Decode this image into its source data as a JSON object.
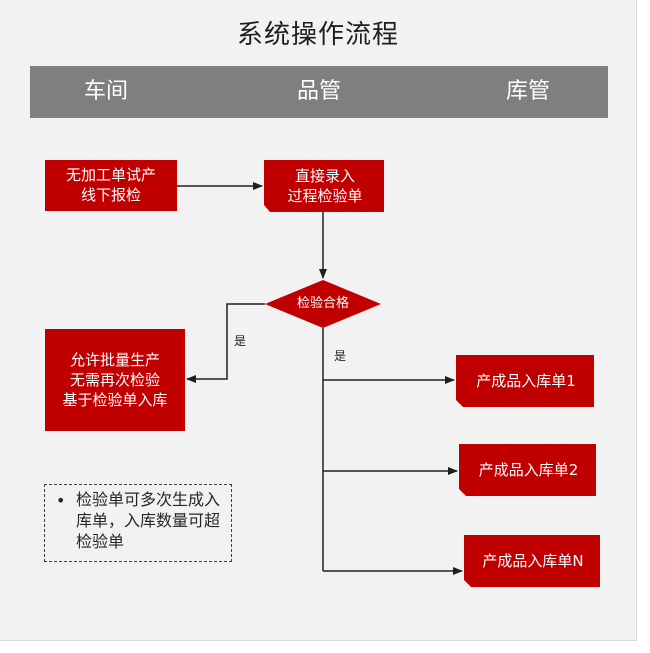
{
  "title": "系统操作流程",
  "lanes": [
    "车间",
    "品管",
    "库管"
  ],
  "nodes": {
    "workshop_start": "无加工单试产\n线下报检",
    "direct_entry": "直接录入\n过程检验单",
    "inspection_decision": "检验合格",
    "allow_batch": "允许批量生产\n无需再次检验\n基于检验单入库",
    "product_in_1": "产成品入库单1",
    "product_in_2": "产成品入库单2",
    "product_in_n": "产成品入库单N"
  },
  "edge_labels": {
    "to_workshop": "是",
    "to_warehouse": "是"
  },
  "note": {
    "bullet": "•",
    "text": "检验单可多次生成入库单，入库数量可超检验单"
  },
  "colors": {
    "node_fill": "#c00000",
    "lane_bar": "#7f7f7f",
    "background": "#f2f2f2",
    "arrow": "#1f1f1f"
  }
}
